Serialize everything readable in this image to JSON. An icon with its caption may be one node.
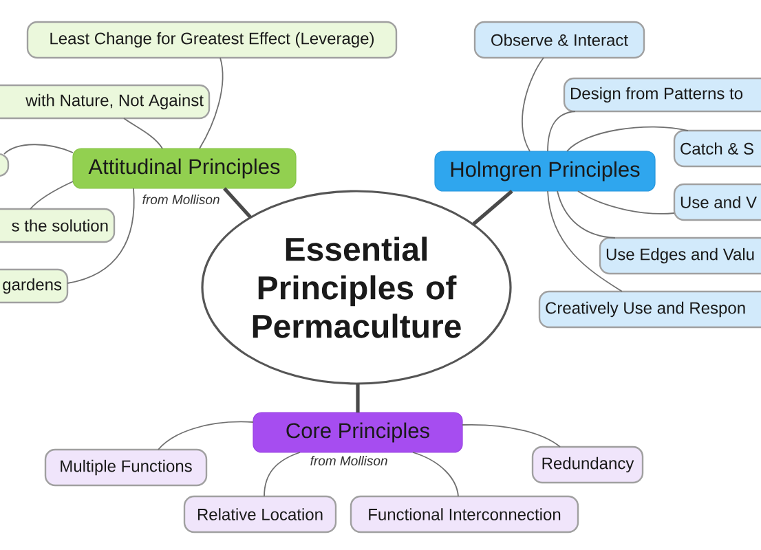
{
  "diagram": {
    "nodes": [
      {
        "text": [
          "Essential Principles of Permaculture"
        ]
      },
      {
        "text": [
          "Attitudinal Principles"
        ],
        "beside": [
          "from Mollison"
        ]
      },
      {
        "text": [
          "Least Change for Greatest Effect (Leverage)"
        ]
      },
      {
        "text": [
          "with Nature, Not Against"
        ]
      },
      {
        "text": [],
        "shape": "box"
      },
      {
        "text": [
          "s the solution"
        ]
      },
      {
        "text": [
          "gardens"
        ]
      },
      {
        "text": [
          "Holmgren Principles"
        ]
      },
      {
        "text": [
          "Observe & Interact"
        ]
      },
      {
        "text": [
          "Design from Patterns to"
        ]
      },
      {
        "text": [
          "Catch & S"
        ]
      },
      {
        "text": [
          "Use and V"
        ]
      },
      {
        "text": [
          "Use Edges and Valu"
        ]
      },
      {
        "text": [
          "Creatively Use and Respon"
        ]
      },
      {
        "text": [
          "Core Principles"
        ],
        "beside": [
          "from Mollison"
        ]
      },
      {
        "text": [
          "Multiple Functions"
        ]
      },
      {
        "text": [
          "Relative Location"
        ]
      },
      {
        "text": [
          "Functional Interconnection"
        ]
      },
      {
        "text": [
          "Redundancy"
        ]
      }
    ],
    "edges": [
      {
        "from": 0,
        "to": 1,
        "arrow": "none",
        "style": "thick"
      },
      {
        "from": 0,
        "to": 7,
        "arrow": "none",
        "style": "thick"
      },
      {
        "from": 0,
        "to": 14,
        "arrow": "none",
        "style": "thick"
      },
      {
        "from": 1,
        "to": 2,
        "arrow": "none"
      },
      {
        "from": 1,
        "to": 3,
        "arrow": "none"
      },
      {
        "from": 1,
        "to": 4,
        "arrow": "none"
      },
      {
        "from": 1,
        "to": 5,
        "arrow": "none"
      },
      {
        "from": 1,
        "to": 6,
        "arrow": "none"
      },
      {
        "from": 7,
        "to": 8,
        "arrow": "none"
      },
      {
        "from": 7,
        "to": 9,
        "arrow": "none"
      },
      {
        "from": 7,
        "to": 10,
        "arrow": "none"
      },
      {
        "from": 7,
        "to": 11,
        "arrow": "none"
      },
      {
        "from": 7,
        "to": 12,
        "arrow": "none"
      },
      {
        "from": 7,
        "to": 13,
        "arrow": "none"
      },
      {
        "from": 14,
        "to": 15,
        "arrow": "none"
      },
      {
        "from": 14,
        "to": 16,
        "arrow": "none"
      },
      {
        "from": 14,
        "to": 17,
        "arrow": "none"
      },
      {
        "from": 14,
        "to": 18,
        "arrow": "none"
      }
    ]
  }
}
